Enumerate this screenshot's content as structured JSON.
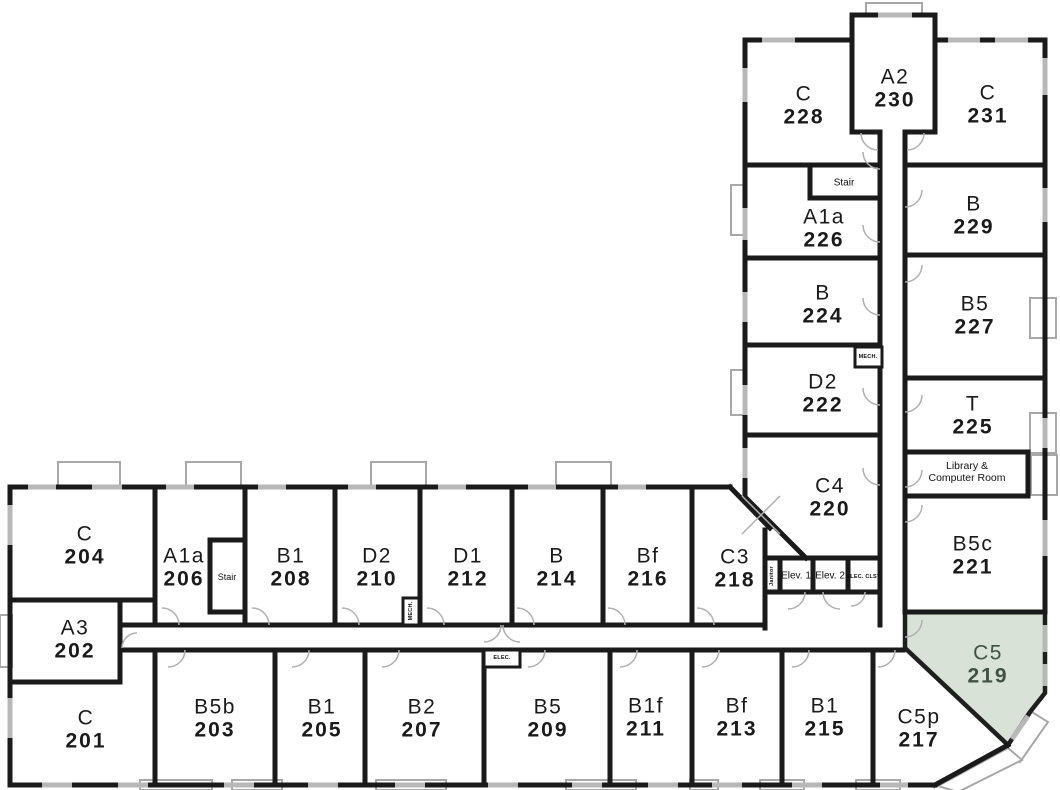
{
  "palette": {
    "wall": "#1a1a1a",
    "window_gray": "#b8b8b8",
    "door_gray": "#b0b0b0",
    "balcony_gray": "#a8a8a8",
    "highlight_fill": "#d9e2d6",
    "highlight_text": "#3f5244",
    "label_text": "#1a1a1a"
  },
  "rooms": [
    {
      "type": "C",
      "number": "228"
    },
    {
      "type": "A2",
      "number": "230"
    },
    {
      "type": "C",
      "number": "231"
    },
    {
      "type": "A1a",
      "number": "226"
    },
    {
      "type": "B",
      "number": "229"
    },
    {
      "type": "B",
      "number": "224"
    },
    {
      "type": "B5",
      "number": "227"
    },
    {
      "type": "D2",
      "number": "222"
    },
    {
      "type": "T",
      "number": "225"
    },
    {
      "type": "C4",
      "number": "220"
    },
    {
      "type": "B5c",
      "number": "221"
    },
    {
      "type": "C3",
      "number": "218"
    },
    {
      "type": "C5",
      "number": "219",
      "highlighted": true
    },
    {
      "type": "C",
      "number": "204"
    },
    {
      "type": "A1a",
      "number": "206"
    },
    {
      "type": "B1",
      "number": "208"
    },
    {
      "type": "D2",
      "number": "210"
    },
    {
      "type": "D1",
      "number": "212"
    },
    {
      "type": "B",
      "number": "214"
    },
    {
      "type": "Bf",
      "number": "216"
    },
    {
      "type": "A3",
      "number": "202"
    },
    {
      "type": "C",
      "number": "201"
    },
    {
      "type": "B5b",
      "number": "203"
    },
    {
      "type": "B1",
      "number": "205"
    },
    {
      "type": "B2",
      "number": "207"
    },
    {
      "type": "B5",
      "number": "209"
    },
    {
      "type": "B1f",
      "number": "211"
    },
    {
      "type": "Bf",
      "number": "213"
    },
    {
      "type": "B1",
      "number": "215"
    },
    {
      "type": "C5p",
      "number": "217"
    }
  ],
  "labels": {
    "stair_upper": "Stair",
    "stair_lower": "Stair",
    "elev1": "Elev. 1",
    "elev2": "Elev. 2",
    "janitor": "Janitor",
    "elec_clst": "ELEC. CLST.",
    "elec": "ELEC.",
    "mech_upper": "MECH.",
    "mech_lower": "MECH.",
    "library_line1": "Library &",
    "library_line2": "Computer Room"
  }
}
